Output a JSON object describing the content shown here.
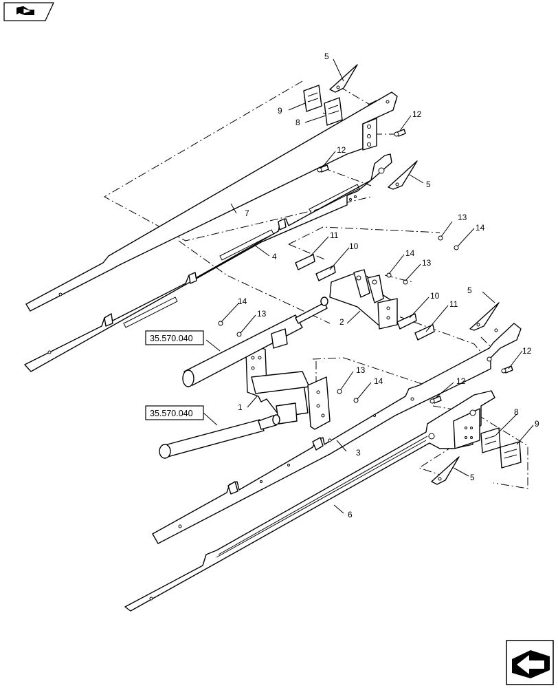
{
  "callouts": {
    "c5a": "5",
    "c9a": "9",
    "c8a": "8",
    "c12a": "12",
    "c12b": "12",
    "c5b": "5",
    "c7": "7",
    "c4": "4",
    "c11a": "11",
    "c10a": "10",
    "c13a": "13",
    "c14a": "14",
    "c14b": "14",
    "c13b": "13",
    "c14c": "14",
    "c13c": "13",
    "c2": "2",
    "c10b": "10",
    "c11b": "11",
    "c5c": "5",
    "c12c": "12",
    "c13d": "13",
    "c14d": "14",
    "c12d": "12",
    "c1": "1",
    "c8b": "8",
    "c9b": "9",
    "c3": "3",
    "c5d": "5",
    "c6": "6"
  },
  "references": {
    "ref_upper": "35.570.040",
    "ref_lower": "35.570.040"
  },
  "icons": {
    "top_left": "return-arrow-icon",
    "bottom_right": "navigate-arrow-icon"
  }
}
